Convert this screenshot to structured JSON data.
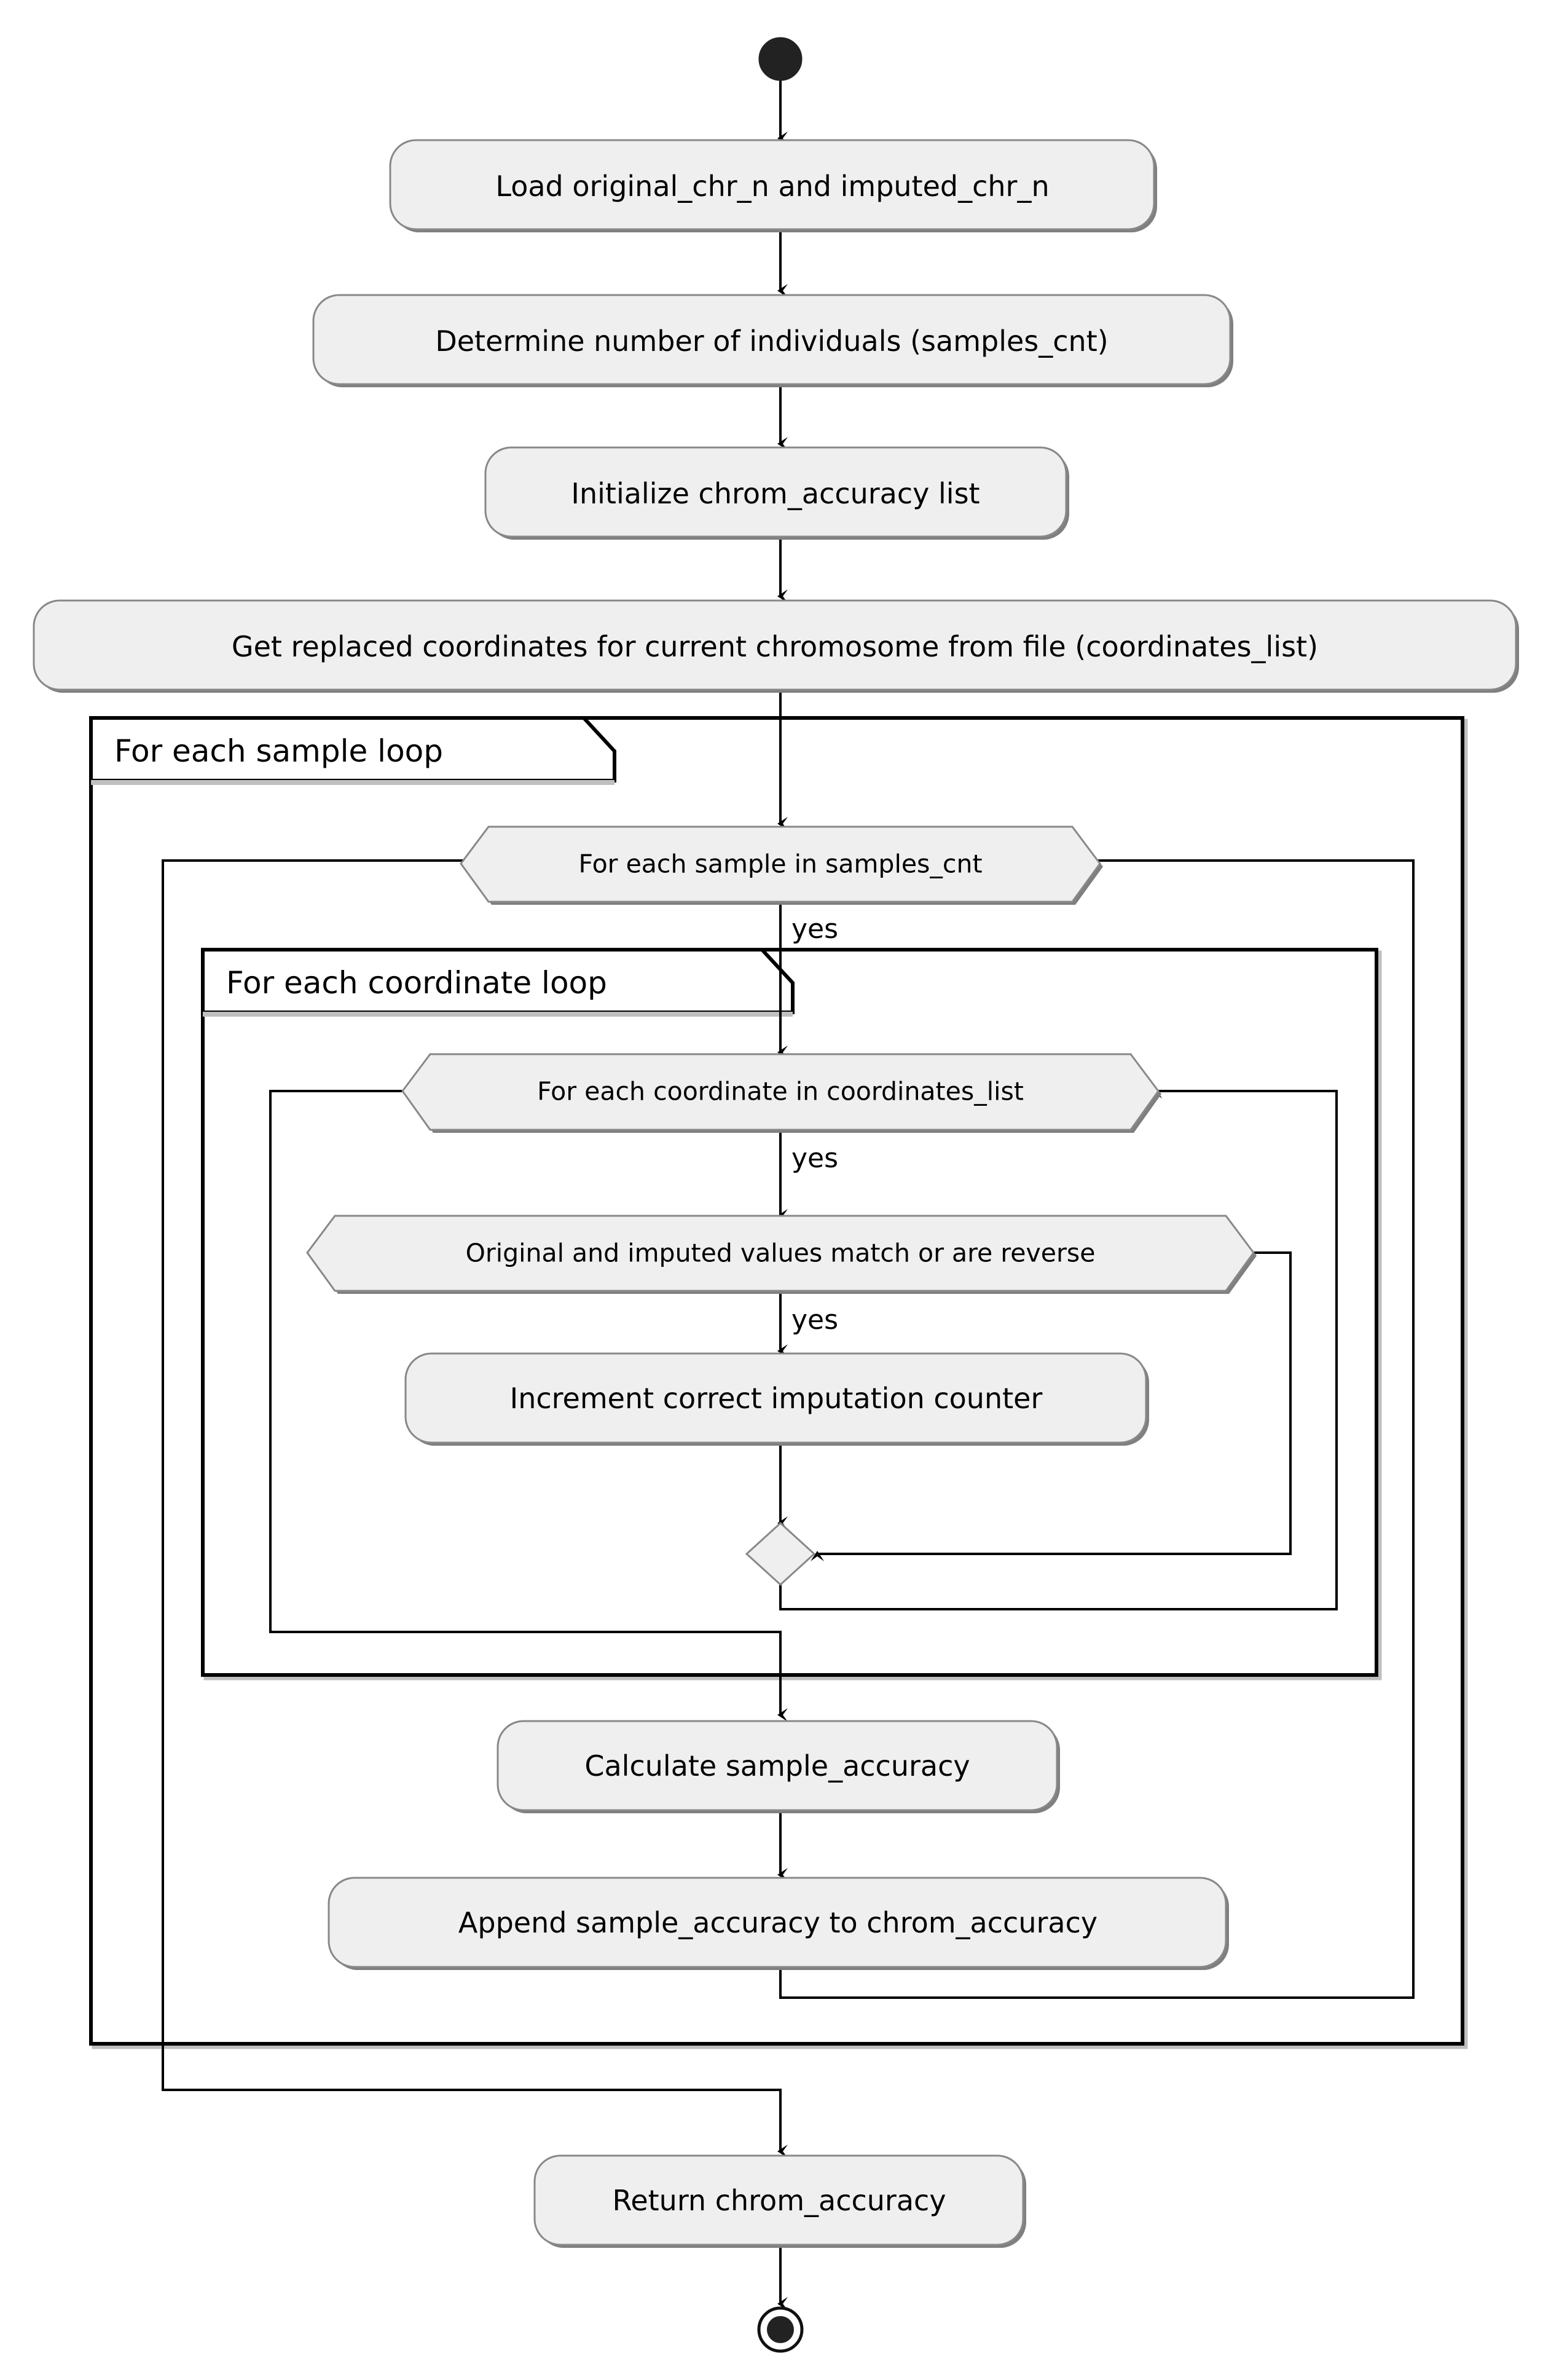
{
  "diagram": {
    "type": "uml-activity-diagram",
    "title_present": false,
    "colors": {
      "node_fill": "#EFEFEF",
      "node_stroke": "#888888",
      "node_shadow": "#7F7F7F",
      "edge": "#000000",
      "frame_stroke": "#000000",
      "frame_shadow": "#BFBFBF",
      "background": "#FFFFFF"
    }
  },
  "nodes": {
    "start": {
      "name": "start-node",
      "shape": "filled-circle"
    },
    "end": {
      "name": "end-node",
      "shape": "bullseye-circle"
    },
    "a1": {
      "label": "Load original_chr_n and imputed_chr_n",
      "shape": "rounded-rect"
    },
    "a2": {
      "label": "Determine number of individuals (samples_cnt)",
      "shape": "rounded-rect"
    },
    "a3": {
      "label": "Initialize chrom_accuracy list",
      "shape": "rounded-rect"
    },
    "a4": {
      "label": "Get replaced coordinates for current chromosome from file (coordinates_list)",
      "shape": "rounded-rect"
    },
    "d1": {
      "label": "For each sample in samples_cnt",
      "shape": "hexagon"
    },
    "d2": {
      "label": "For each coordinate in coordinates_list",
      "shape": "hexagon"
    },
    "d3": {
      "label": "Original and imputed values match or are reverse",
      "shape": "hexagon"
    },
    "a5": {
      "label": "Increment correct imputation counter",
      "shape": "rounded-rect"
    },
    "m1": {
      "name": "merge-node",
      "shape": "diamond"
    },
    "a6": {
      "label": "Calculate sample_accuracy",
      "shape": "rounded-rect"
    },
    "a7": {
      "label": "Append sample_accuracy to chrom_accuracy",
      "shape": "rounded-rect"
    },
    "a8": {
      "label": "Return chrom_accuracy",
      "shape": "rounded-rect"
    }
  },
  "frames": [
    {
      "id": "outer",
      "label": "For each sample loop"
    },
    {
      "id": "inner",
      "label": "For each coordinate loop"
    }
  ],
  "edge_labels": {
    "d1_yes": "yes",
    "d2_yes": "yes",
    "d3_yes": "yes"
  },
  "flow": [
    {
      "from": "start",
      "to": "a1"
    },
    {
      "from": "a1",
      "to": "a2"
    },
    {
      "from": "a2",
      "to": "a3"
    },
    {
      "from": "a3",
      "to": "a4"
    },
    {
      "from": "a4",
      "to": "d1"
    },
    {
      "from": "d1",
      "to": "d2",
      "label": "yes"
    },
    {
      "from": "d2",
      "to": "d3",
      "label": "yes"
    },
    {
      "from": "d3",
      "to": "a5",
      "label": "yes"
    },
    {
      "from": "a5",
      "to": "m1"
    },
    {
      "from": "d3",
      "to": "m1",
      "kind": "else-bypass-right"
    },
    {
      "from": "m1",
      "to": "d2",
      "kind": "loop-back"
    },
    {
      "from": "d2",
      "to": "a6",
      "kind": "loop-exit-left"
    },
    {
      "from": "a6",
      "to": "a7"
    },
    {
      "from": "a7",
      "to": "d1",
      "kind": "loop-back"
    },
    {
      "from": "d1",
      "to": "a8",
      "kind": "loop-exit-left"
    },
    {
      "from": "a8",
      "to": "end"
    }
  ]
}
